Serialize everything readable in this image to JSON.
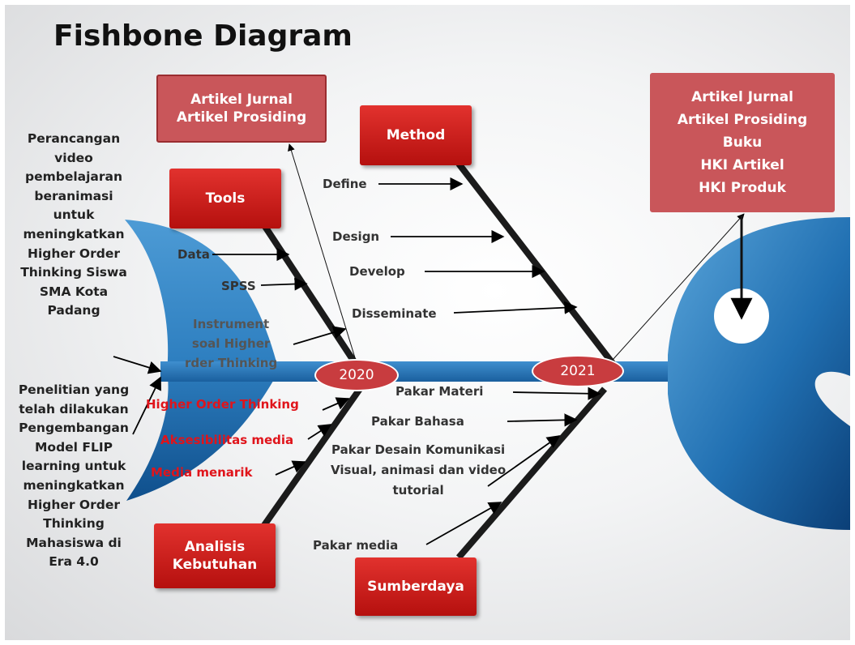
{
  "title": "Fishbone Diagram",
  "problem_text": [
    "Perancangan",
    "video",
    "pembelajaran",
    "beranimasi",
    "untuk",
    "meningkatkan",
    "Higher Order",
    "Thinking Siswa",
    "SMA Kota",
    "Padang"
  ],
  "research_text": [
    "Penelitian yang",
    "telah dilakukan",
    "Pengembangan",
    "Model FLIP",
    "learning untuk",
    "meningkatkan",
    "Higher Order",
    "Thinking",
    "Mahasiswa di",
    "Era 4.0"
  ],
  "output_2020": [
    "Artikel Jurnal",
    "Artikel Prosiding"
  ],
  "output_2021": [
    "Artikel Jurnal",
    "Artikel Prosiding",
    "Buku",
    "HKI Artikel",
    "HKI Produk"
  ],
  "categories": {
    "tools": "Tools",
    "method": "Method",
    "analisis": [
      "Analisis",
      "Kebutuhan"
    ],
    "sumberdaya": "Sumberdaya"
  },
  "years": {
    "y2020": "2020",
    "y2021": "2021"
  },
  "tools_items": {
    "data": "Data",
    "spss": "SPSS",
    "instrument": [
      "Instrument",
      "soal Higher",
      "rder Thinking"
    ]
  },
  "method_items": {
    "define": "Define",
    "design": "Design",
    "develop": "Develop",
    "disseminate": "Disseminate"
  },
  "analisis_items": {
    "hot": "Higher Order Thinking",
    "akses": "Aksesibilitas media",
    "menarik": "Media menarik"
  },
  "sumber_items": {
    "materi": "Pakar Materi",
    "bahasa": "Pakar Bahasa",
    "desain": [
      "Pakar Desain Komunikasi",
      "Visual, animasi dan  video",
      "tutorial"
    ],
    "media": "Pakar media"
  },
  "colors": {
    "fish_blue": "#1a6fb0",
    "category_red": "#c61a17",
    "output_red": "#c9565a",
    "highlight_red": "#e0141b"
  }
}
